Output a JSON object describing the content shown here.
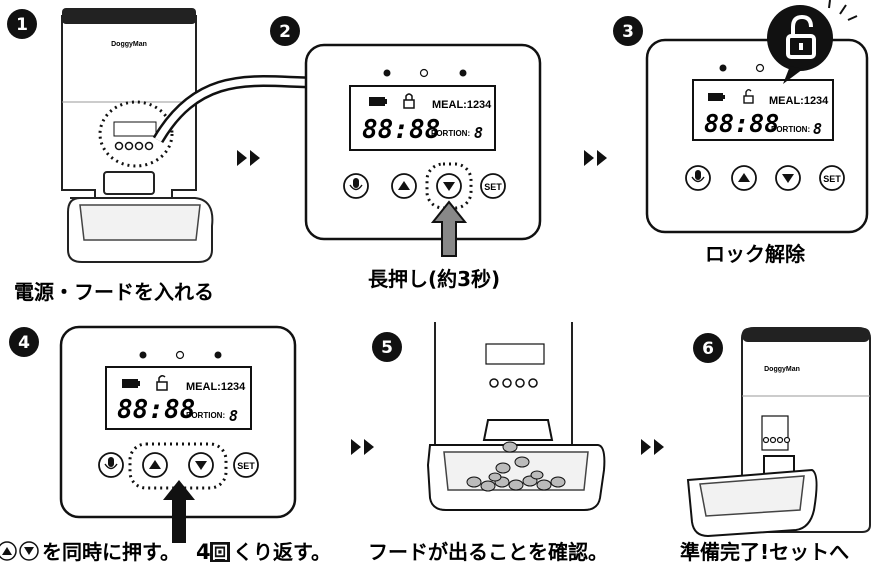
{
  "steps": [
    {
      "number": "1",
      "caption": "電源・フードを入れる"
    },
    {
      "number": "2",
      "caption": "長押し(約3秒)"
    },
    {
      "number": "3",
      "caption": "ロック解除"
    },
    {
      "number": "4",
      "caption_btns": "",
      "caption_pre": "を同時に押す。",
      "caption_count": "4",
      "caption_kanji": "回",
      "caption_post": "くり返す。"
    },
    {
      "number": "5",
      "caption": "フードが出ることを確認。"
    },
    {
      "number": "6",
      "caption": "準備完了!セットへ"
    }
  ],
  "panel": {
    "meal_label": "MEAL:1234",
    "time": "88:88",
    "portion_label": "PORTION:",
    "portion_value": "8",
    "set_label": "SET"
  },
  "brand": "DoggyMan",
  "icons": {
    "step_marker": "black-circle-number",
    "next": "double-triangle-arrow",
    "unlock": "unlock-icon",
    "battery": "battery-icon",
    "lock": "lock-icon",
    "mic": "microphone-icon",
    "up": "triangle-up-icon",
    "down": "triangle-down-icon"
  }
}
